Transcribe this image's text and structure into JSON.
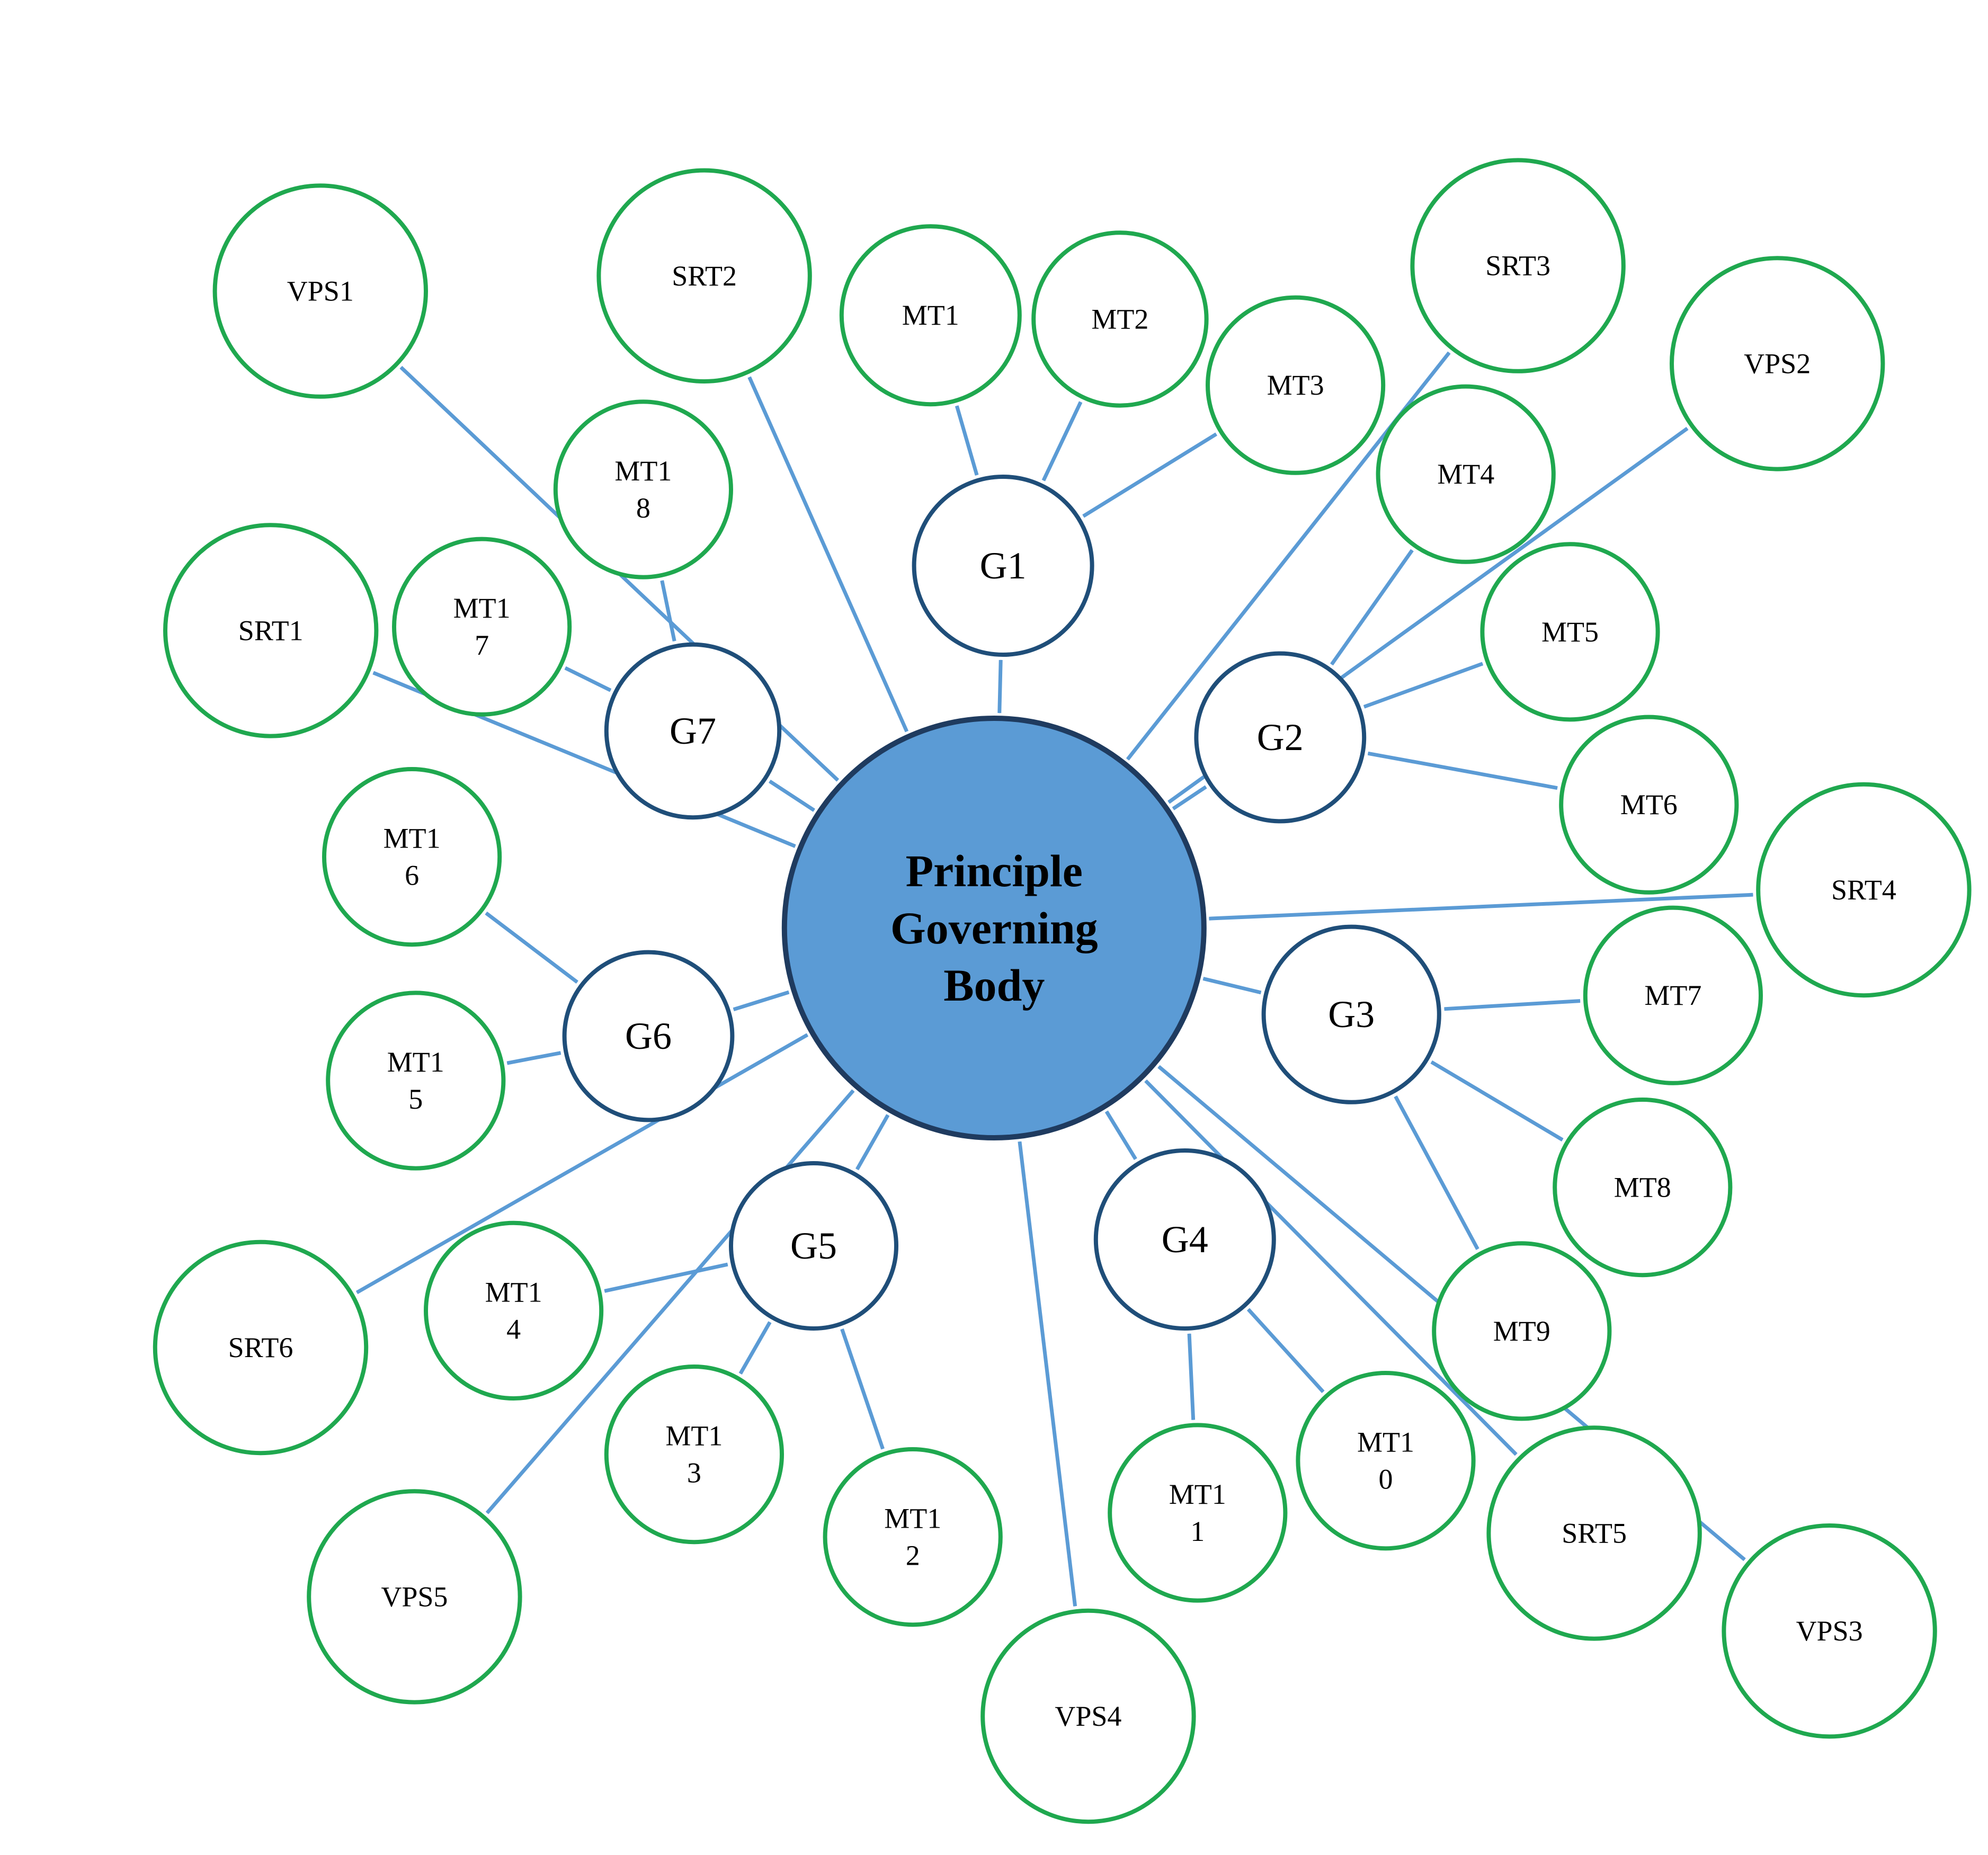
{
  "colors": {
    "center_fill": "#5b9bd5",
    "center_stroke": "#1f3b5f",
    "group_stroke": "#1f4e79",
    "outer_stroke": "#1fa84f",
    "arrow": "#5b9bd5",
    "text": "#000000"
  },
  "center": {
    "id": "PGB",
    "lines": [
      "Principle",
      "Governing",
      "Body"
    ]
  },
  "groups": [
    {
      "id": "G1",
      "lines": [
        "G1"
      ]
    },
    {
      "id": "G2",
      "lines": [
        "G2"
      ]
    },
    {
      "id": "G3",
      "lines": [
        "G3"
      ]
    },
    {
      "id": "G4",
      "lines": [
        "G4"
      ]
    },
    {
      "id": "G5",
      "lines": [
        "G5"
      ]
    },
    {
      "id": "G6",
      "lines": [
        "G6"
      ]
    },
    {
      "id": "G7",
      "lines": [
        "G7"
      ]
    }
  ],
  "members": [
    {
      "id": "MT1",
      "lines": [
        "MT1"
      ]
    },
    {
      "id": "MT2",
      "lines": [
        "MT2"
      ]
    },
    {
      "id": "MT3",
      "lines": [
        "MT3"
      ]
    },
    {
      "id": "MT4",
      "lines": [
        "MT4"
      ]
    },
    {
      "id": "MT5",
      "lines": [
        "MT5"
      ]
    },
    {
      "id": "MT6",
      "lines": [
        "MT6"
      ]
    },
    {
      "id": "MT7",
      "lines": [
        "MT7"
      ]
    },
    {
      "id": "MT8",
      "lines": [
        "MT8"
      ]
    },
    {
      "id": "MT9",
      "lines": [
        "MT9"
      ]
    },
    {
      "id": "MT10",
      "lines": [
        "MT1",
        "0"
      ]
    },
    {
      "id": "MT11",
      "lines": [
        "MT1",
        "1"
      ]
    },
    {
      "id": "MT12",
      "lines": [
        "MT1",
        "2"
      ]
    },
    {
      "id": "MT13",
      "lines": [
        "MT1",
        "3"
      ]
    },
    {
      "id": "MT14",
      "lines": [
        "MT1",
        "4"
      ]
    },
    {
      "id": "MT15",
      "lines": [
        "MT1",
        "5"
      ]
    },
    {
      "id": "MT16",
      "lines": [
        "MT1",
        "6"
      ]
    },
    {
      "id": "MT17",
      "lines": [
        "MT1",
        "7"
      ]
    },
    {
      "id": "MT18",
      "lines": [
        "MT1",
        "8"
      ]
    }
  ],
  "stakeholders": [
    {
      "id": "VPS1",
      "lines": [
        "VPS1"
      ]
    },
    {
      "id": "VPS2",
      "lines": [
        "VPS2"
      ]
    },
    {
      "id": "VPS3",
      "lines": [
        "VPS3"
      ]
    },
    {
      "id": "VPS4",
      "lines": [
        "VPS4"
      ]
    },
    {
      "id": "VPS5",
      "lines": [
        "VPS5"
      ]
    },
    {
      "id": "SRT1",
      "lines": [
        "SRT1"
      ]
    },
    {
      "id": "SRT2",
      "lines": [
        "SRT2"
      ]
    },
    {
      "id": "SRT3",
      "lines": [
        "SRT3"
      ]
    },
    {
      "id": "SRT4",
      "lines": [
        "SRT4"
      ]
    },
    {
      "id": "SRT5",
      "lines": [
        "SRT5"
      ]
    },
    {
      "id": "SRT6",
      "lines": [
        "SRT6"
      ]
    }
  ],
  "connections": [
    {
      "from": "PGB",
      "to": "G1",
      "bidirectional": true
    },
    {
      "from": "PGB",
      "to": "G2",
      "bidirectional": true
    },
    {
      "from": "PGB",
      "to": "G3",
      "bidirectional": true
    },
    {
      "from": "PGB",
      "to": "G4",
      "bidirectional": true
    },
    {
      "from": "PGB",
      "to": "G5",
      "bidirectional": true
    },
    {
      "from": "PGB",
      "to": "G6",
      "bidirectional": true
    },
    {
      "from": "PGB",
      "to": "G7",
      "bidirectional": true
    },
    {
      "from": "G1",
      "to": "MT1",
      "bidirectional": true
    },
    {
      "from": "G1",
      "to": "MT2",
      "bidirectional": true
    },
    {
      "from": "G1",
      "to": "MT3",
      "bidirectional": true
    },
    {
      "from": "G2",
      "to": "MT4",
      "bidirectional": true
    },
    {
      "from": "G2",
      "to": "MT5",
      "bidirectional": true
    },
    {
      "from": "G2",
      "to": "MT6",
      "bidirectional": true
    },
    {
      "from": "G3",
      "to": "MT7",
      "bidirectional": true
    },
    {
      "from": "G3",
      "to": "MT8",
      "bidirectional": true
    },
    {
      "from": "G3",
      "to": "MT9",
      "bidirectional": true
    },
    {
      "from": "G4",
      "to": "MT10",
      "bidirectional": true
    },
    {
      "from": "G4",
      "to": "MT11",
      "bidirectional": true
    },
    {
      "from": "G5",
      "to": "MT12",
      "bidirectional": true
    },
    {
      "from": "G5",
      "to": "MT13",
      "bidirectional": true
    },
    {
      "from": "G5",
      "to": "MT14",
      "bidirectional": true
    },
    {
      "from": "G6",
      "to": "MT15",
      "bidirectional": true
    },
    {
      "from": "G6",
      "to": "MT16",
      "bidirectional": true
    },
    {
      "from": "G7",
      "to": "MT17",
      "bidirectional": true
    },
    {
      "from": "G7",
      "to": "MT18",
      "bidirectional": true
    },
    {
      "from": "PGB",
      "to": "VPS1",
      "bidirectional": true
    },
    {
      "from": "PGB",
      "to": "VPS2",
      "bidirectional": true
    },
    {
      "from": "PGB",
      "to": "VPS3",
      "bidirectional": true
    },
    {
      "from": "PGB",
      "to": "VPS4",
      "bidirectional": true
    },
    {
      "from": "PGB",
      "to": "VPS5",
      "bidirectional": true
    },
    {
      "from": "PGB",
      "to": "SRT1",
      "bidirectional": true
    },
    {
      "from": "PGB",
      "to": "SRT2",
      "bidirectional": false
    },
    {
      "from": "PGB",
      "to": "SRT3",
      "bidirectional": true
    },
    {
      "from": "PGB",
      "to": "SRT4",
      "bidirectional": true
    },
    {
      "from": "PGB",
      "to": "SRT5",
      "bidirectional": true
    },
    {
      "from": "PGB",
      "to": "SRT6",
      "bidirectional": true
    }
  ]
}
